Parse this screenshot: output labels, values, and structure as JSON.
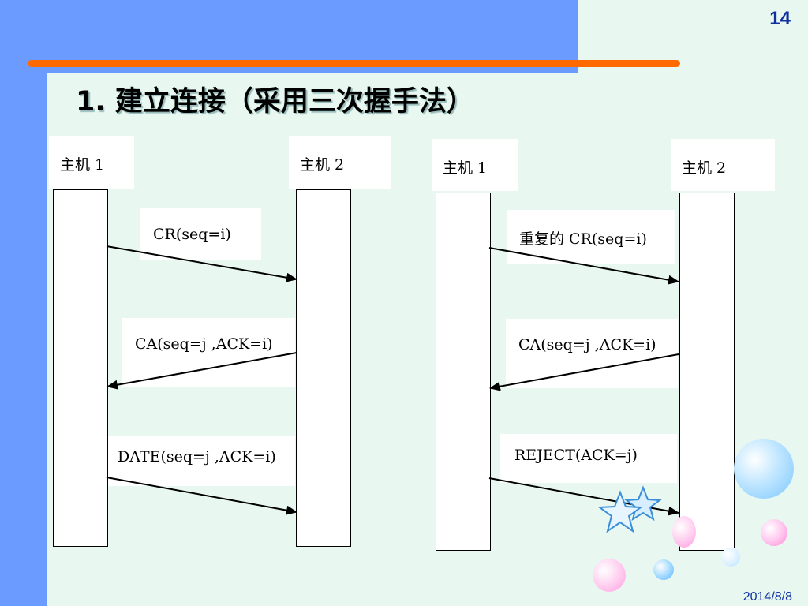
{
  "slide": {
    "page_number": "14",
    "title": "1. 建立连接（采用三次握手法）",
    "date": "2014/8/8"
  },
  "left_diagram": {
    "host1": "主机 1",
    "host2": "主机 2",
    "messages": [
      "CR(seq=i)",
      "CA(seq=j ,ACK=i)",
      "DATE(seq=j ,ACK=i)"
    ]
  },
  "right_diagram": {
    "host1": "主机 1",
    "host2": "主机 2",
    "messages": [
      "重复的 CR(seq=i)",
      "CA(seq=j ,ACK=i)",
      "REJECT(ACK=j)"
    ]
  },
  "colors": {
    "background": "#e8f8f0",
    "band": "#6b9bff",
    "accent_bar": "#ff6a00",
    "text_blue": "#1030a0"
  },
  "icons": [
    "star-decoration-icon",
    "bubble-decoration-icon"
  ]
}
